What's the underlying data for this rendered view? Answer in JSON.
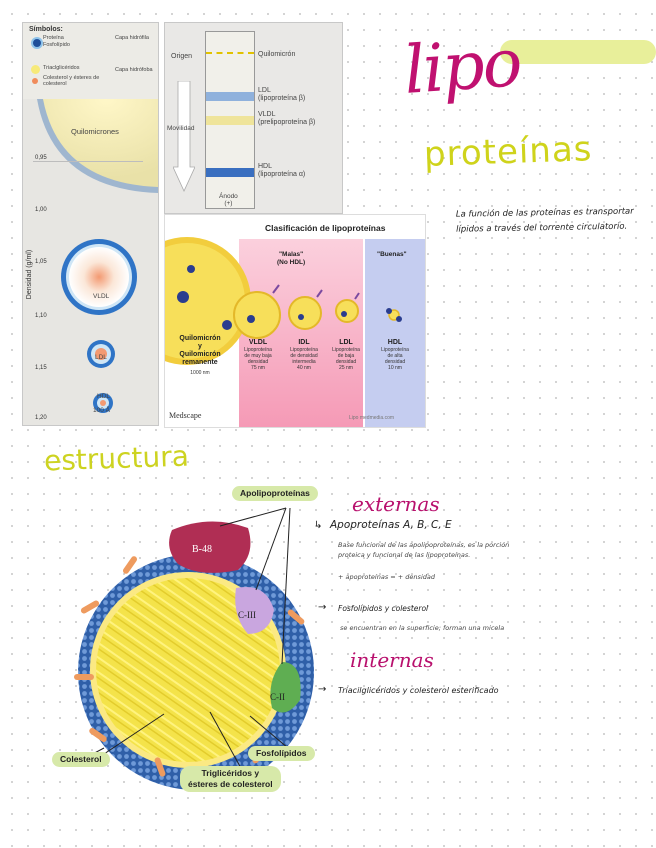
{
  "colors": {
    "magenta": "#c01170",
    "lime": "#cfd31b",
    "ink": "#222222",
    "yellow": "#f4e34a",
    "blue": "#3e7cc9",
    "pink": "#f59ab6"
  },
  "density_panel": {
    "legend_title": "Símbolos:",
    "legend": [
      "Proteína",
      "Fosfolípido",
      "Capa hidrófila",
      "Triaclglicéridos",
      "Colesterol y ésteres de colesterol",
      "Capa hidrófoba"
    ],
    "chylomicron_label": "Quilomicrones",
    "axis_label": "Densidad (g/ml)",
    "ticks": [
      "0,95",
      "1,00",
      "1,05",
      "1,10",
      "1,15",
      "1,20"
    ],
    "particles": [
      "VLDL",
      "LDL",
      "HDL"
    ],
    "scale_label": "100 Å"
  },
  "electro_panel": {
    "origin_label": "Origen",
    "mobility_label": "Movilidad",
    "anode_label": "Ánodo\n(+)",
    "bands": [
      {
        "name": "Quilomicrón",
        "color": "#e1c200",
        "style": "dashed"
      },
      {
        "name": "LDL\n(lipoproteína β)",
        "color": "#8fb1dc",
        "style": "solid"
      },
      {
        "name": "VLDL\n(prelipoproteína β)",
        "color": "#efe49a",
        "style": "solid"
      },
      {
        "name": "HDL\n(lipoproteína α)",
        "color": "#3a6fc0",
        "style": "solid"
      }
    ]
  },
  "class_panel": {
    "title": "Clasificación de lipoproteínas",
    "bad_label": "\"Malas\"\n(No HDL)",
    "good_label": "\"Buenas\"",
    "items": [
      {
        "name": "Quilomicrón\ny\nQuilomicrón\nremanente",
        "desc": "1000 nm"
      },
      {
        "name": "VLDL",
        "desc": "Lipoproteína\nde muy baja\ndensidad\n75 nm"
      },
      {
        "name": "IDL",
        "desc": "Lipoproteína\nde densidad\nintermedia\n40 nm"
      },
      {
        "name": "LDL",
        "desc": "Lipoproteína\nde baja\ndensidad\n25 nm"
      },
      {
        "name": "HDL",
        "desc": "Lipoproteína\nde alta\ndensidad\n10 nm"
      }
    ],
    "brand": "Medscape",
    "source": "Lipo medmedia.com"
  },
  "title": {
    "line1": "lipo",
    "line2": "proteínas"
  },
  "note": "La función de las proteínas es transportar lípidos a través del torrente circulatorio.",
  "section_title": "estructura",
  "diagram": {
    "labels": {
      "apo": "Apolipoproteínas",
      "chol": "Colesterol",
      "tg": "Triglicéridos y\nésteres de colesterol",
      "fosfo": "Fosfolípidos"
    },
    "apos": [
      "B-48",
      "C-III",
      "C-II"
    ]
  },
  "external": {
    "heading": "externas",
    "apo_line": "Apoproteínas A, B, C, E",
    "apo_desc": "Base funcional de las apolipoproteínas, es la porción\nproteica y funcional de las lipoproteínas.",
    "apo_rule": "+ apoproteínas = + densidad",
    "fosfo_line": "Fosfolípidos y colesterol",
    "fosfo_desc": "se encuentran en la superficie; forman una micela"
  },
  "internal": {
    "heading": "internas",
    "line": "Triacilglicéridos y colesterol esterificado"
  }
}
